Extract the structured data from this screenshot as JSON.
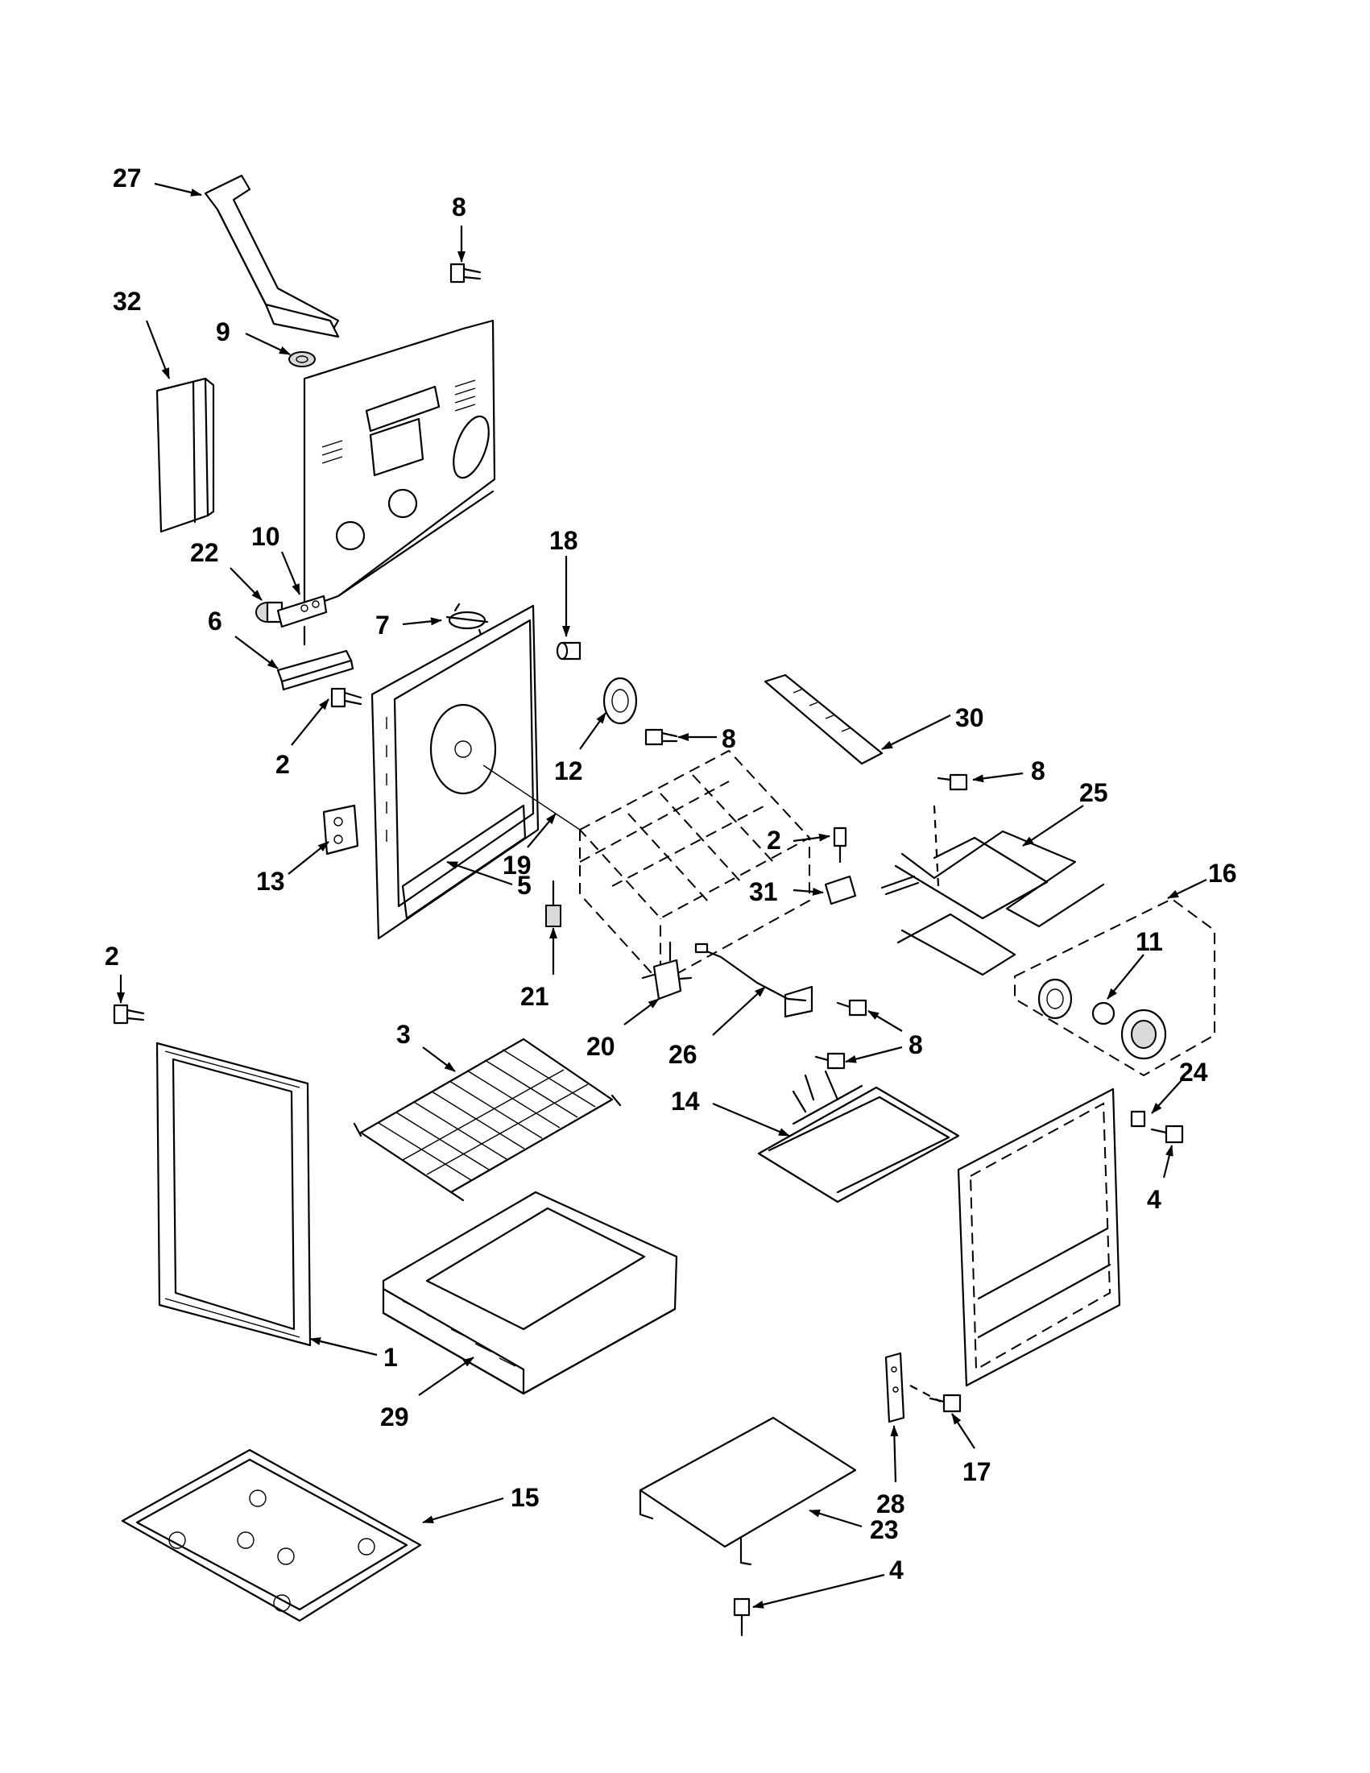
{
  "diagram": {
    "callouts": [
      {
        "id": "c27",
        "label": "27"
      },
      {
        "id": "c8a",
        "label": "8"
      },
      {
        "id": "c32",
        "label": "32"
      },
      {
        "id": "c9",
        "label": "9"
      },
      {
        "id": "c22",
        "label": "22"
      },
      {
        "id": "c10",
        "label": "10"
      },
      {
        "id": "c6",
        "label": "6"
      },
      {
        "id": "c7",
        "label": "7"
      },
      {
        "id": "c18",
        "label": "18"
      },
      {
        "id": "c12",
        "label": "12"
      },
      {
        "id": "c8b",
        "label": "8"
      },
      {
        "id": "c30",
        "label": "30"
      },
      {
        "id": "c2a",
        "label": "2"
      },
      {
        "id": "c8c",
        "label": "8"
      },
      {
        "id": "c25",
        "label": "25"
      },
      {
        "id": "c13",
        "label": "13"
      },
      {
        "id": "c19",
        "label": "19"
      },
      {
        "id": "c5",
        "label": "5"
      },
      {
        "id": "c16",
        "label": "16"
      },
      {
        "id": "c2b",
        "label": "2"
      },
      {
        "id": "c11",
        "label": "11"
      },
      {
        "id": "c31",
        "label": "31"
      },
      {
        "id": "c2c",
        "label": "2"
      },
      {
        "id": "c21",
        "label": "21"
      },
      {
        "id": "c3",
        "label": "3"
      },
      {
        "id": "c20",
        "label": "20"
      },
      {
        "id": "c26",
        "label": "26"
      },
      {
        "id": "c8d",
        "label": "8"
      },
      {
        "id": "c14",
        "label": "14"
      },
      {
        "id": "c24",
        "label": "24"
      },
      {
        "id": "c4a",
        "label": "4"
      },
      {
        "id": "c1",
        "label": "1"
      },
      {
        "id": "c29",
        "label": "29"
      },
      {
        "id": "c17",
        "label": "17"
      },
      {
        "id": "c28",
        "label": "28"
      },
      {
        "id": "c15",
        "label": "15"
      },
      {
        "id": "c23",
        "label": "23"
      },
      {
        "id": "c4b",
        "label": "4"
      }
    ]
  }
}
